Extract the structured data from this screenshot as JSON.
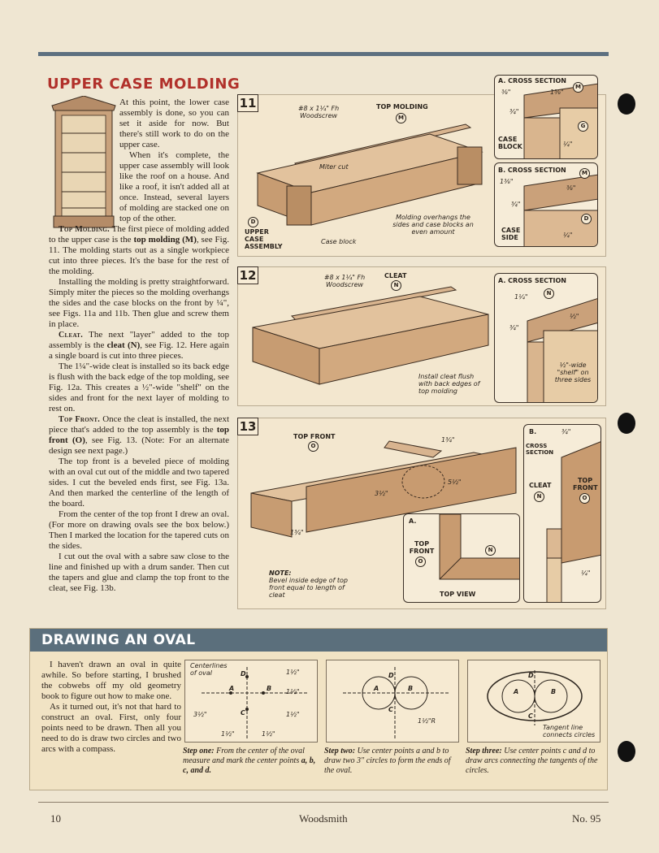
{
  "section": {
    "title": "UPPER CASE MOLDING"
  },
  "body": {
    "p1": "At this point, the lower case assembly is done, so you can set it aside for now. But there's still work to do on the upper case.",
    "p2": "When it's complete, the upper case assembly will look like the roof on a house. And like a roof, it isn't added all at once. Instead, several layers of molding are stacked one on top of the other.",
    "p3_runin": "Top Molding.",
    "p3a": " The first piece of molding added to the upper case is the ",
    "p3_bold": "top molding (M)",
    "p3b": ", see Fig. 11. The molding starts out as a single workpiece cut into three pieces. It's the base for the rest of the molding.",
    "p4": "Installing the molding is pretty straightforward. Simply miter the pieces so the molding overhangs the sides and the case blocks on the front by ¼\", see Figs. 11a and 11b. Then glue and screw them in place.",
    "p5_runin": "Cleat.",
    "p5a": " The next \"layer\" added to the top assembly is the ",
    "p5_bold": "cleat (N)",
    "p5b": ", see Fig. 12. Here again a single board is cut into three pieces.",
    "p6": "The 1¼\"-wide cleat is installed so its back edge is flush with the back edge of the top molding, see Fig. 12a. This creates a ½\"-wide \"shelf\" on the sides and front for the next layer of molding to rest on.",
    "p7_runin": "Top Front.",
    "p7a": " Once the cleat is installed, the next piece that's added to the top assembly is the ",
    "p7_bold": "top front (O)",
    "p7b": ", see Fig. 13. (Note: For an alternate design see next page.)",
    "p8": "The top front is a beveled piece of molding with an oval cut out of the middle and two tapered sides. I cut the beveled ends first, see Fig. 13a. And then marked the centerline of the length of the board.",
    "p9": "From the center of the top front I drew an oval. (For more on drawing ovals see the box below.) Then I marked the location for the tapered cuts on the sides.",
    "p10": "I cut out the oval with a sabre saw close to the line and finished up with a drum sander. Then cut the tapers and glue and clamp the top front to the cleat, see Fig. 13b."
  },
  "fig11": {
    "num": "11",
    "screw": "#8 x 1¼\" Fh Woodscrew",
    "top_molding": "TOP MOLDING",
    "m": "M",
    "miter": "Miter cut",
    "d": "D",
    "upper_case": "UPPER CASE ASSEMBLY",
    "case_block": "Case block",
    "overhang": "Molding overhangs the sides and case blocks an even amount",
    "a_title": "a. CROSS SECTION",
    "a_dims": [
      "⅜\"",
      "1⅜\"",
      "¾\"",
      "¼\""
    ],
    "a_case_block": "CASE BLOCK",
    "g": "G",
    "b_title": "b. CROSS SECTION",
    "b_dims": [
      "1⅜\"",
      "⅜\"",
      "¾\"",
      "¼\""
    ],
    "b_case_side": "CASE SIDE"
  },
  "fig12": {
    "num": "12",
    "screw": "#8 x 1¼\" Fh Woodscrew",
    "cleat": "CLEAT",
    "n": "N",
    "flush": "Install cleat flush with back edges of top molding",
    "a_title": "a. CROSS SECTION",
    "a_dims": [
      "1¼\"",
      "½\"",
      "¾\""
    ],
    "shelf": "½\"-wide \"shelf\" on three sides"
  },
  "fig13": {
    "num": "13",
    "top_front": "TOP FRONT",
    "o": "O",
    "dims": [
      "1¾\"",
      "5½\"",
      "3½\"",
      "1¾\""
    ],
    "note_title": "NOTE:",
    "note": "Bevel inside edge of top front equal to length of cleat",
    "a_title": "a.",
    "a_top_front": "TOP FRONT",
    "top_view": "TOP VIEW",
    "b_title": "b.",
    "b_sub": "CROSS SECTION",
    "b_dim1": "¾\"",
    "b_cleat": "CLEAT",
    "b_top_front": "TOP FRONT",
    "b_dim2": "¼\""
  },
  "oval": {
    "title": "DRAWING AN OVAL",
    "p1": "I haven't drawn an oval in quite awhile. So before starting, I brushed the cobwebs off my old geometry book to figure out how to make one.",
    "p2": "As it turned out, it's not that hard to construct an oval. First, only four points need to be drawn. Then all you need to do is draw two circles and two arcs with a compass.",
    "s1_label": "Centerlines of oval",
    "s1_dims": [
      "1½\"",
      "1½\"",
      "1½\"",
      "3½\"",
      "1½\"",
      "1½\""
    ],
    "points": [
      "A",
      "B",
      "C",
      "D"
    ],
    "s2_dim": "1½\"R",
    "s3_label": "Tangent line connects circles",
    "step1_lead": "Step one:",
    "step1": " From the center of the oval measure and mark the center points ",
    "step1_end": "a, b, c, and d.",
    "step2_lead": "Step two:",
    "step2": " Use center points a and b to draw two 3\" circles to form the ends of the oval.",
    "step3_lead": "Step three:",
    "step3": " Use center points c and d to draw arcs connecting the tangents of the circles."
  },
  "footer": {
    "page": "10",
    "magazine": "Woodsmith",
    "issue": "No. 95"
  }
}
